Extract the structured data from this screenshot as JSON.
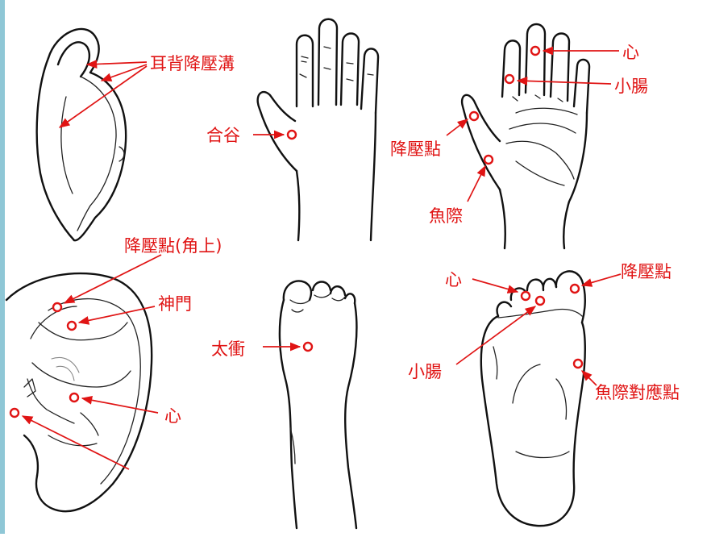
{
  "colors": {
    "point": "#e01414",
    "label": "#e01414",
    "outline": "#111111",
    "left_edge": "#8fc7d6"
  },
  "panels": {
    "ear_back": {
      "groove_label": "耳背降壓溝"
    },
    "hand_back": {
      "hegu_label": "合谷"
    },
    "palm": {
      "heart_label": "心",
      "small_intestine_label": "小腸",
      "pressure_point_label": "降壓點",
      "yuji_label": "魚際"
    },
    "ear_front": {
      "pressure_point_label": "降壓點(角上)",
      "shenmen_label": "神門",
      "heart_label": "心"
    },
    "foot_top": {
      "taichong_label": "太衝"
    },
    "sole": {
      "heart_label": "心",
      "pressure_point_label": "降壓點",
      "small_intestine_label": "小腸",
      "yuji_label": "魚際對應點"
    }
  }
}
